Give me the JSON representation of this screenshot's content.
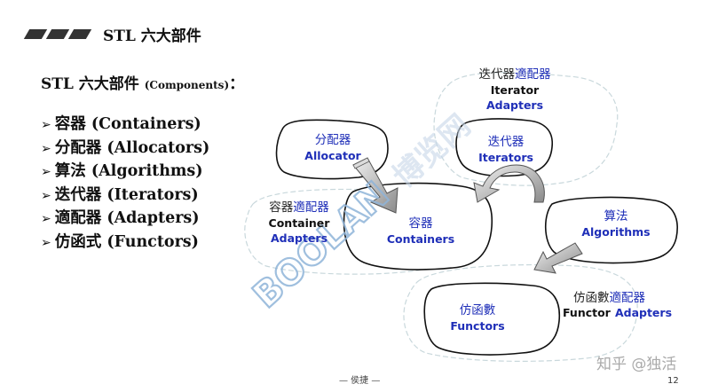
{
  "header": {
    "title": "STL 六大部件"
  },
  "subtitle": {
    "main": "STL 六大部件",
    "en": "(Components)",
    "colon": "："
  },
  "components": [
    {
      "zh": "容器",
      "en": "(Containers)"
    },
    {
      "zh": "分配器",
      "en": "(Allocators)"
    },
    {
      "zh": "算法",
      "en": "(Algorithms)"
    },
    {
      "zh": "迭代器",
      "en": "(Iterators)"
    },
    {
      "zh": "適配器",
      "en": "(Adapters)"
    },
    {
      "zh": "仿函式",
      "en": "(Functors)"
    }
  ],
  "bullet_symbol": "➢",
  "diagram": {
    "allocator": {
      "zh": "分配器",
      "en": "Allocator"
    },
    "iterator_adapters": {
      "zh_a": "迭代器",
      "zh_b": "適配器",
      "en_a": "Iterator",
      "en_b": "Adapters"
    },
    "iterators": {
      "zh": "迭代器",
      "en": "Iterators"
    },
    "container_adapters": {
      "zh_a": "容器",
      "zh_b": "適配器",
      "en_a": "Container",
      "en_b": "Adapters"
    },
    "containers": {
      "zh": "容器",
      "en": "Containers"
    },
    "algorithms": {
      "zh": "算法",
      "en": "Algorithms"
    },
    "functors": {
      "zh": "仿函數",
      "en": "Functors"
    },
    "functor_adapters": {
      "zh_a": "仿函數",
      "zh_b": "適配器",
      "en_a": "Functor",
      "en_b": "Adapters"
    }
  },
  "watermark": {
    "logo": "BOOLAN",
    "site": "博览网"
  },
  "footer": {
    "center": "— 侯捷 —",
    "page_number": "12"
  },
  "credit": "知乎 @独活",
  "colors": {
    "label_blue": "#1f2fb8",
    "watermark_blue": "#8fb4d9",
    "arrow_gray": "#9a9a9a"
  }
}
